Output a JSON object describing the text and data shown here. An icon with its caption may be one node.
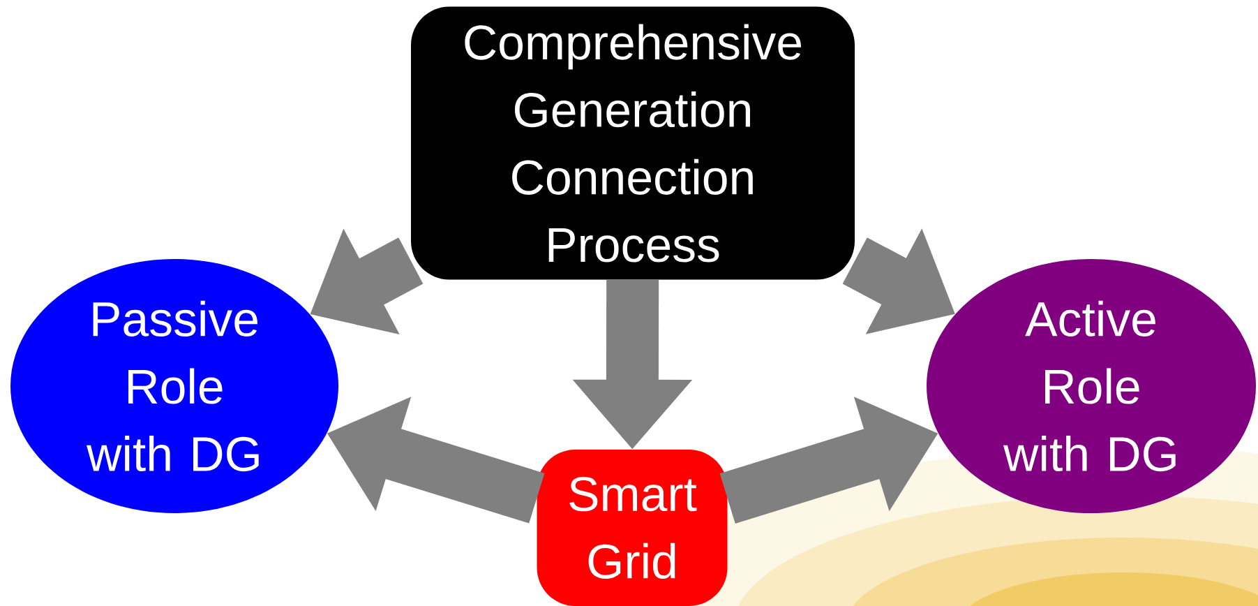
{
  "diagram": {
    "nodes": [
      {
        "text": [
          "Comprehensive Generation Connection Process"
        ]
      },
      {
        "text": [
          "Passive Role with DG"
        ]
      },
      {
        "text": [
          "Active Role with DG"
        ]
      },
      {
        "text": [
          "Smart Grid"
        ]
      }
    ],
    "edges": [
      {
        "from": 0,
        "to": 1,
        "arrow": "to"
      },
      {
        "from": 0,
        "to": 2,
        "arrow": "to"
      },
      {
        "from": 0,
        "to": 3,
        "arrow": "to"
      },
      {
        "from": 3,
        "to": 1,
        "arrow": "to"
      },
      {
        "from": 3,
        "to": 2,
        "arrow": "to"
      }
    ]
  }
}
